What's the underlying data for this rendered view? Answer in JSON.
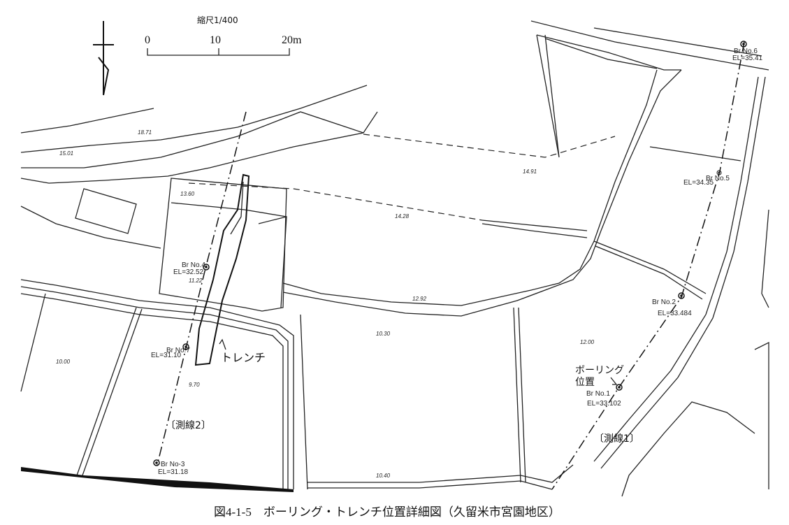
{
  "scale": {
    "title": "縮尺1/400",
    "ticks": [
      "0",
      "10",
      "20m"
    ]
  },
  "caption": "図4-1-5　ボーリング・トレンチ位置詳細図（久留米市宮園地区）",
  "boreholes": [
    {
      "name": "Br No.1",
      "el": "EL=33.102"
    },
    {
      "name": "Br No.2",
      "el": "EL=33.484"
    },
    {
      "name": "Br No-3",
      "el": "EL=31.18"
    },
    {
      "name": "Br No.4",
      "el": "EL=32.52"
    },
    {
      "name": "Br No.5",
      "el": "EL=34.35"
    },
    {
      "name": "Br No.6",
      "el": "EL=35.41"
    },
    {
      "name": "Br No.7",
      "el": "EL=31.10"
    }
  ],
  "labels": {
    "trench": "トレンチ",
    "boring_position_1": "ボーリング",
    "boring_position_2": "位置",
    "survey_line_1": "〔測線1〕",
    "survey_line_2": "〔測線2〕"
  },
  "spot_heights": [
    "18.71",
    "15.01",
    "13.60",
    "14.28",
    "14.91",
    "12.92",
    "10.30",
    "12.00",
    "10.00",
    "9.70",
    "10.40",
    "11.22"
  ]
}
